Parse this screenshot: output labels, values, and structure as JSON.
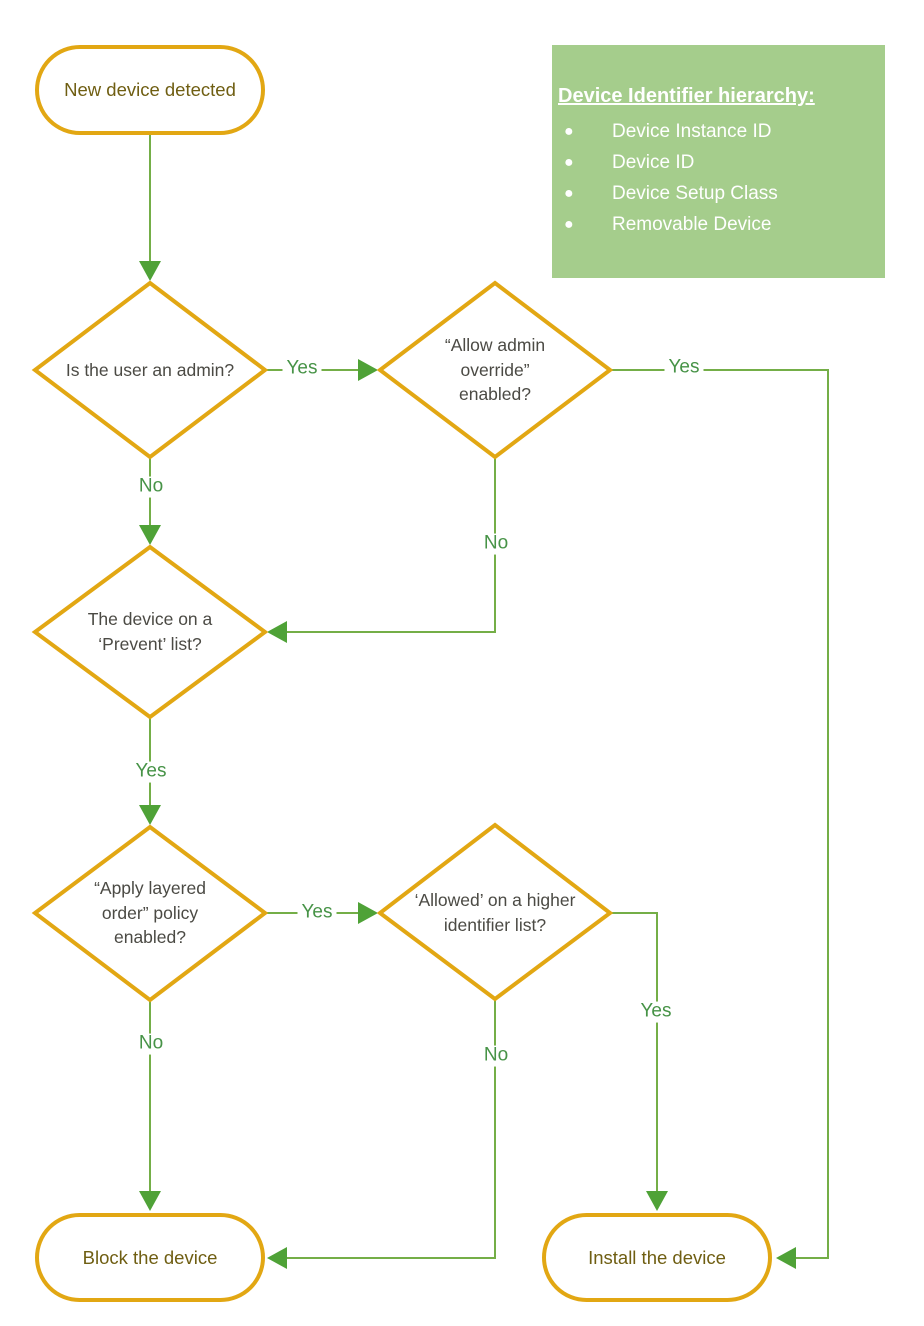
{
  "colors": {
    "shape_border": "#E2A713",
    "connector_line": "#74AE47",
    "arrowhead": "#4FA237",
    "edge_label_text": "#479347",
    "terminator_text": "#6F5E12",
    "decision_text": "#4B4A44",
    "legend_background": "#A5CD8C",
    "legend_text": "#FFFFFF"
  },
  "legend": {
    "title": "Device Identifier hierarchy:",
    "bullet": "●",
    "items": [
      "Device Instance ID",
      "Device ID",
      "Device Setup Class",
      "Removable Device"
    ]
  },
  "nodes": {
    "start": {
      "type": "terminator",
      "label": "New device detected"
    },
    "is_admin": {
      "type": "decision",
      "label": "Is the user an admin?"
    },
    "allow_override": {
      "type": "decision",
      "label": "“Allow admin override” enabled?"
    },
    "prevent_list": {
      "type": "decision",
      "label": "The device on a ‘Prevent’ list?"
    },
    "layered_order": {
      "type": "decision",
      "label": "“Apply layered order” policy enabled?"
    },
    "allowed_higher": {
      "type": "decision",
      "label": "‘Allowed’ on a higher identifier list?"
    },
    "block": {
      "type": "terminator",
      "label": "Block the device"
    },
    "install": {
      "type": "terminator",
      "label": "Install the device"
    }
  },
  "edges": {
    "start_to_is_admin": {
      "from": "start",
      "to": "is_admin",
      "label": ""
    },
    "is_admin_yes": {
      "from": "is_admin",
      "to": "allow_override",
      "label": "Yes"
    },
    "is_admin_no": {
      "from": "is_admin",
      "to": "prevent_list",
      "label": "No"
    },
    "allow_override_yes": {
      "from": "allow_override",
      "to": "install",
      "label": "Yes"
    },
    "allow_override_no": {
      "from": "allow_override",
      "to": "prevent_list",
      "label": "No"
    },
    "prevent_list_yes": {
      "from": "prevent_list",
      "to": "layered_order",
      "label": "Yes"
    },
    "layered_order_yes": {
      "from": "layered_order",
      "to": "allowed_higher",
      "label": "Yes"
    },
    "layered_order_no": {
      "from": "layered_order",
      "to": "block",
      "label": "No"
    },
    "allowed_higher_yes": {
      "from": "allowed_higher",
      "to": "install",
      "label": "Yes"
    },
    "allowed_higher_no": {
      "from": "allowed_higher",
      "to": "block",
      "label": "No"
    }
  }
}
